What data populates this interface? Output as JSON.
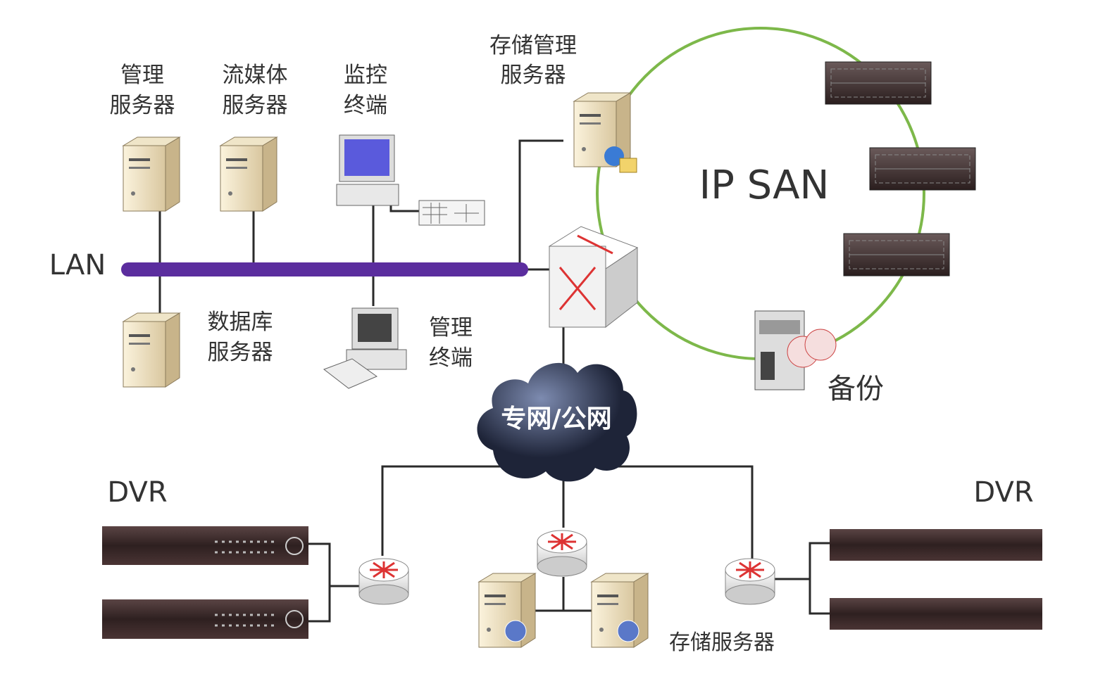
{
  "labels": {
    "mgmt_server": [
      "管理",
      "服务器"
    ],
    "stream_server": [
      "流媒体",
      "服务器"
    ],
    "monitor_terminal": [
      "监控",
      "终端"
    ],
    "storage_mgmt_server": [
      "存储管理",
      "服务器"
    ],
    "db_server": [
      "数据库",
      "服务器"
    ],
    "mgmt_terminal": [
      "管理",
      "终端"
    ],
    "lan": "LAN",
    "ip_san": "IP SAN",
    "backup": "备份",
    "network": "专网/公网",
    "dvr_left": "DVR",
    "dvr_right": "DVR",
    "storage_server": "存储服务器"
  },
  "colors": {
    "lan_bus": "#5b2d9e",
    "san_ring": "#7db84a",
    "cloud": "#2b3550"
  }
}
